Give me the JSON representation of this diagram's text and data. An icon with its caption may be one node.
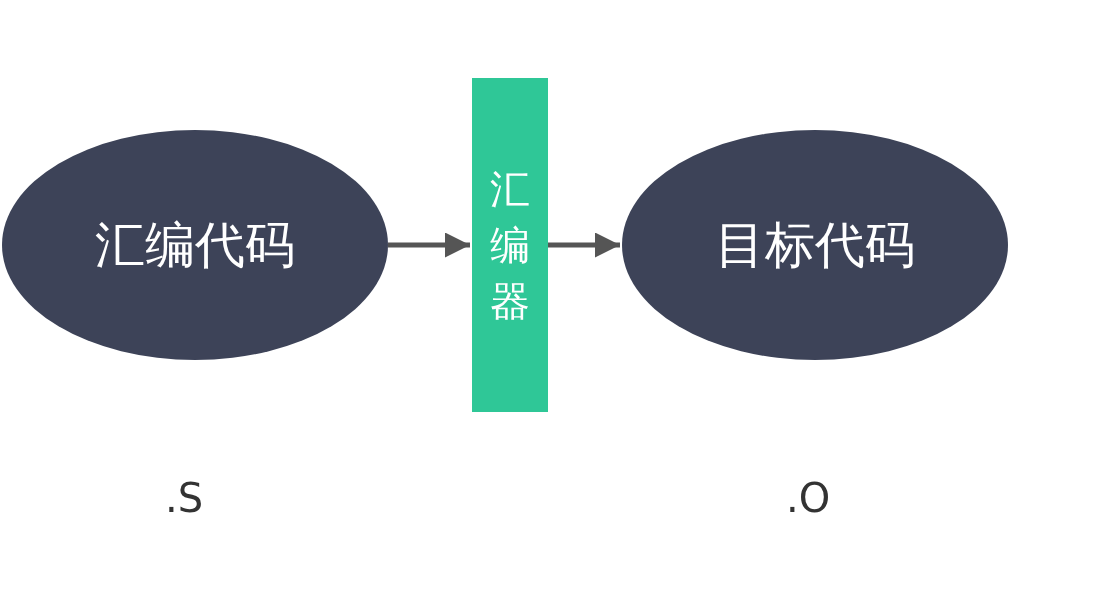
{
  "diagram": {
    "nodes": [
      {
        "text": [
          "汇编代码"
        ],
        "beside": [
          ".S"
        ]
      },
      {
        "text": [
          "汇编器"
        ]
      },
      {
        "text": [
          "目标代码"
        ],
        "beside": [
          ".O"
        ]
      }
    ],
    "edges": [
      {
        "from": 0,
        "to": 1,
        "arrow": "to"
      },
      {
        "from": 1,
        "to": 2,
        "arrow": "to"
      }
    ]
  }
}
